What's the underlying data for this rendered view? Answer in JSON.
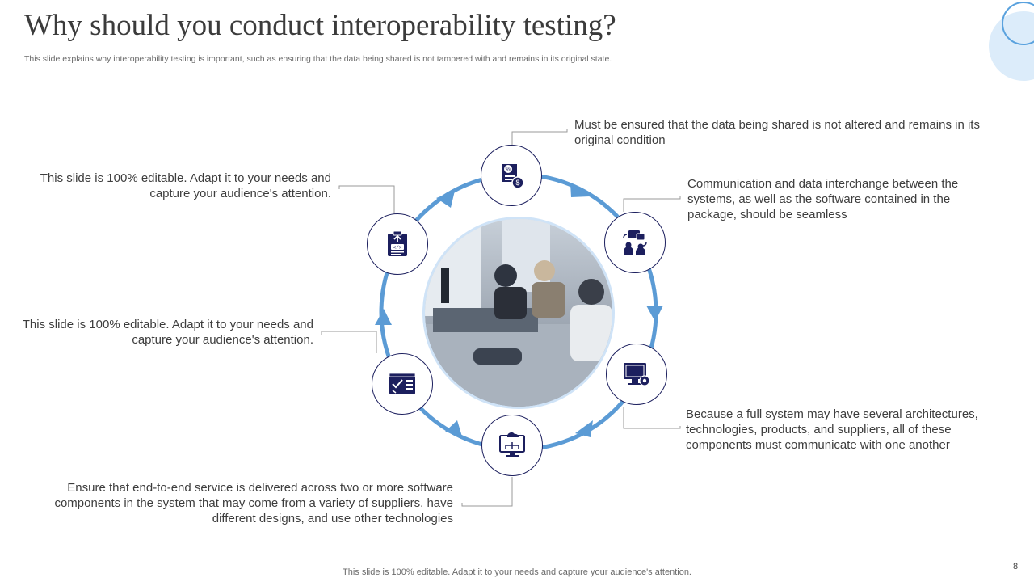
{
  "title": "Why should you conduct interoperability testing?",
  "subtitle": "This slide explains why interoperability testing is important, such as ensuring that the data being shared is not tampered with and remains in its original state.",
  "points": {
    "top_right": "Must be ensured that the data being shared is not altered and remains in its original condition",
    "upper_right": "Communication and data interchange between the systems, as well as the software contained in the package, should be seamless",
    "lower_right": "Because a full system may have several architectures, technologies, products, and suppliers, all of these components must communicate with one another",
    "bottom_left": "Ensure that end-to-end service is delivered across two or more software components in the system that may come from a variety of suppliers, have different designs, and use other technologies",
    "middle_left": "This slide is 100% editable. Adapt it to your needs and capture your audience's attention.",
    "upper_left": "This slide is 100% editable. Adapt it to your needs and capture your audience's attention."
  },
  "icons": {
    "top": "data-finance-icon",
    "upper_right": "team-communication-icon",
    "lower_right": "monitor-settings-icon",
    "bottom": "cloud-monitor-icon",
    "lower_left": "browser-checklist-icon",
    "upper_left": "code-clipboard-icon"
  },
  "footer": "This slide is 100% editable. Adapt it to your needs and capture your audience's attention.",
  "page_number": "8",
  "colors": {
    "accent": "#5b9bd5",
    "icon": "#1c1f5e",
    "light": "#dcecfa"
  }
}
